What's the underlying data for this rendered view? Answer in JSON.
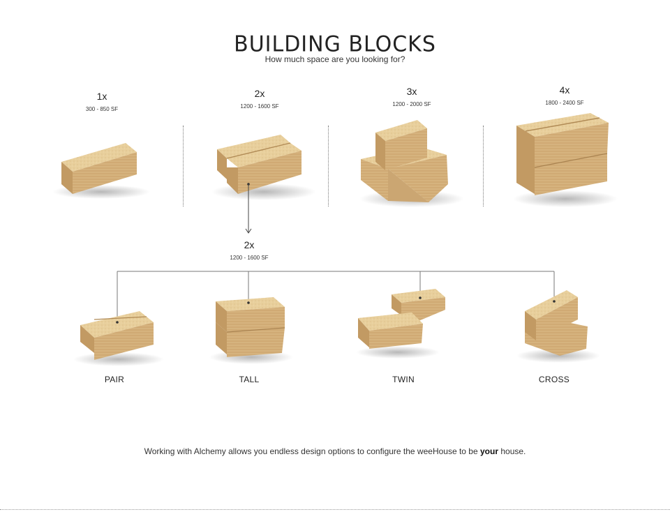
{
  "title": "BUILDING BLOCKS",
  "subtitle": "How much space are you looking for?",
  "sizes": [
    {
      "multiplier": "1x",
      "range": "300 - 850 SF"
    },
    {
      "multiplier": "2x",
      "range": "1200 - 1600 SF"
    },
    {
      "multiplier": "3x",
      "range": "1200 - 2000 SF"
    },
    {
      "multiplier": "4x",
      "range": "1800 - 2400 SF"
    }
  ],
  "expanded": {
    "multiplier": "2x",
    "range": "1200 - 1600 SF"
  },
  "configurations": [
    {
      "label": "PAIR"
    },
    {
      "label": "TALL"
    },
    {
      "label": "TWIN"
    },
    {
      "label": "CROSS"
    }
  ],
  "footer": {
    "before": "Working with Alchemy allows you endless design options to configure the weeHouse to be ",
    "emphasis": "your",
    "after": " house."
  },
  "colors": {
    "wood_top": "#e8cf9c",
    "wood_front": "#d4b07a",
    "wood_side": "#c29a63",
    "line": "#555555"
  }
}
